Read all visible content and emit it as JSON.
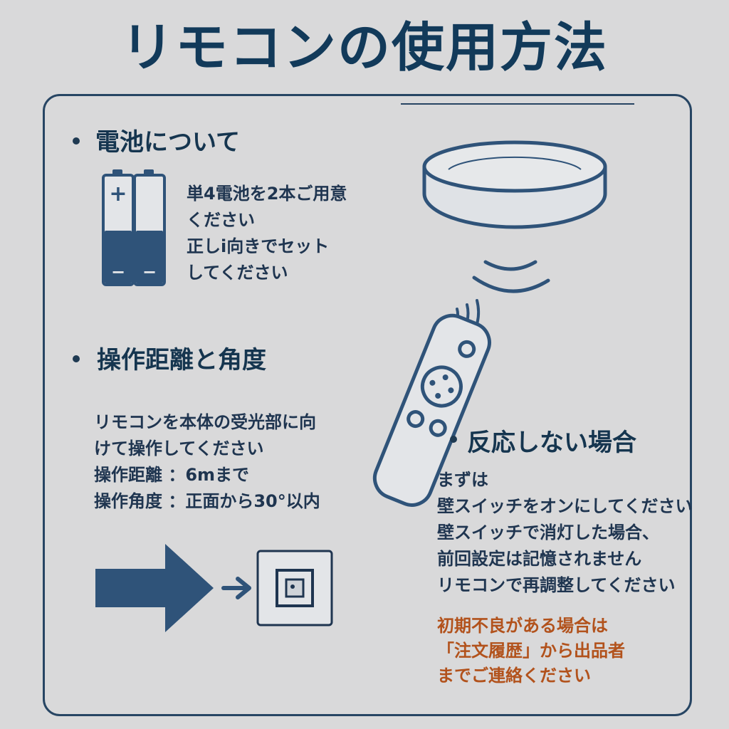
{
  "title": "リモコンの使用方法",
  "battery": {
    "heading": "電池について",
    "plus": "+",
    "minus": "−",
    "lines": [
      "単4電池を2本ご用意",
      "ください",
      "正しi向きでセット",
      "してください"
    ]
  },
  "range": {
    "heading": "操作距離と角度",
    "lines": [
      "リモコンを本体の受光部に向",
      "けて操作してください",
      "操作距離 ：6mまで",
      "操作角度 ：正面から30°以内"
    ]
  },
  "no_response": {
    "heading": "反応しない場合",
    "lines": [
      "まずは",
      "壁スイッチをオンにしてください",
      "壁スイッチで消灯した場合、",
      "前回設定は記憶されません",
      "リモコンで再調整してください"
    ]
  },
  "notice": {
    "lines": [
      "初期不良がある場合は",
      "「注文履歴」から出品者",
      "までご連絡ください"
    ],
    "color": "#b2521c"
  },
  "colors": {
    "primary": "#123a5a",
    "icon": "#2f5379",
    "background": "#d9d9da"
  }
}
